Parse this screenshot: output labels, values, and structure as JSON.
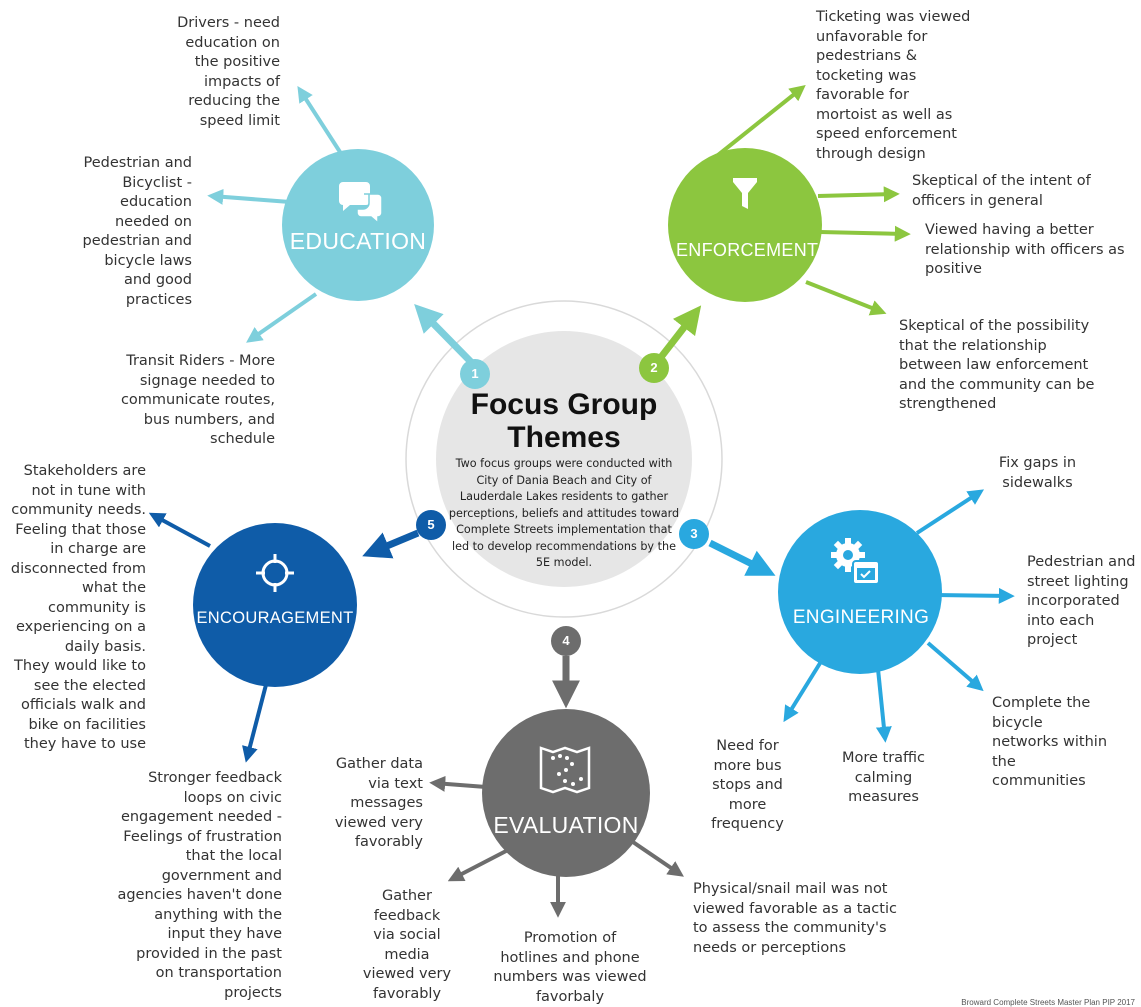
{
  "colors": {
    "education": "#7ecfdc",
    "enforcement": "#8cc63f",
    "engineering": "#29a8df",
    "evaluation": "#6d6d6d",
    "encouragement": "#0f5ca8",
    "center": "#e6e6e6"
  },
  "center": {
    "title": "Focus Group\nThemes",
    "description": "Two focus groups were conducted with City of Dania Beach and City of Lauderdale Lakes residents to gather perceptions, beliefs and attitudes toward Complete Streets implementation that led to develop recommendations by the 5E model."
  },
  "themes": {
    "education": {
      "number": "1",
      "label": "EDUCATION",
      "icon": "chat-bubbles-icon"
    },
    "enforcement": {
      "number": "2",
      "label": "ENFORCEMENT",
      "icon": "funnel-icon"
    },
    "engineering": {
      "number": "3",
      "label": "ENGINEERING",
      "icon": "gear-calendar-icon"
    },
    "evaluation": {
      "number": "4",
      "label": "EVALUATION",
      "icon": "map-route-icon"
    },
    "encouragement": {
      "number": "5",
      "label": "ENCOURAGEMENT",
      "icon": "crosshair-icon"
    }
  },
  "notes": {
    "education": [
      "Drivers  - need\neducation on\nthe positive\nimpacts of\nreducing the\nspeed limit",
      "Pedestrian and\nBicyclist -\neducation\nneeded on\npedestrian and\nbicycle laws\nand good\npractices",
      "Transit Riders -  More\nsignage needed to\ncommunicate routes,\nbus numbers, and\nschedule"
    ],
    "enforcement": [
      "Ticketing was viewed\nunfavorable for\npedestrians &\ntocketing was\nfavorable for\nmortoist as well as\nspeed enforcement\nthrough design",
      "Skeptical of the intent of\nofficers in general",
      "Viewed having a better\nrelationship with officers as\npositive",
      "Skeptical of the possibility\nthat the relationship\nbetween law enforcement\nand the community can be\nstrengthened"
    ],
    "engineering": [
      "Fix gaps in\nsidewalks",
      "Pedestrian and\nstreet lighting\nincorporated\ninto each\nproject",
      "Complete the\nbicycle\nnetworks within\nthe\ncommunities",
      "More traffic\ncalming\nmeasures",
      "Need for\nmore bus\nstops and\nmore\nfrequency"
    ],
    "evaluation": [
      "Gather data\nvia text\nmessages\nviewed very\nfavorably",
      "Gather\nfeedback\nvia social\nmedia\nviewed very\nfavorably",
      "Promotion of\nhotlines and phone\nnumbers was viewed\nfavorbaly",
      "Physical/snail mail was not\nviewed favorable as a tactic\nto assess the community's\nneeds or perceptions"
    ],
    "encouragement": [
      "Stakeholders are\nnot in tune with\ncommunity needs.\nFeeling that those\nin charge are\ndisconnected from\nwhat the\ncommunity is\nexperiencing on a\ndaily basis.\nThey would like to\nsee the elected\nofficials  walk and\nbike on facilities\nthey have to use",
      "Stronger feedback\nloops on civic\nengagement needed -\nFeelings of frustration\nthat the local\ngovernment and\nagencies haven't done\nanything with the\ninput they have\nprovided in the past\non transportation\nprojects"
    ]
  },
  "footer": "Broward Complete Streets Master Plan PIP 2017"
}
